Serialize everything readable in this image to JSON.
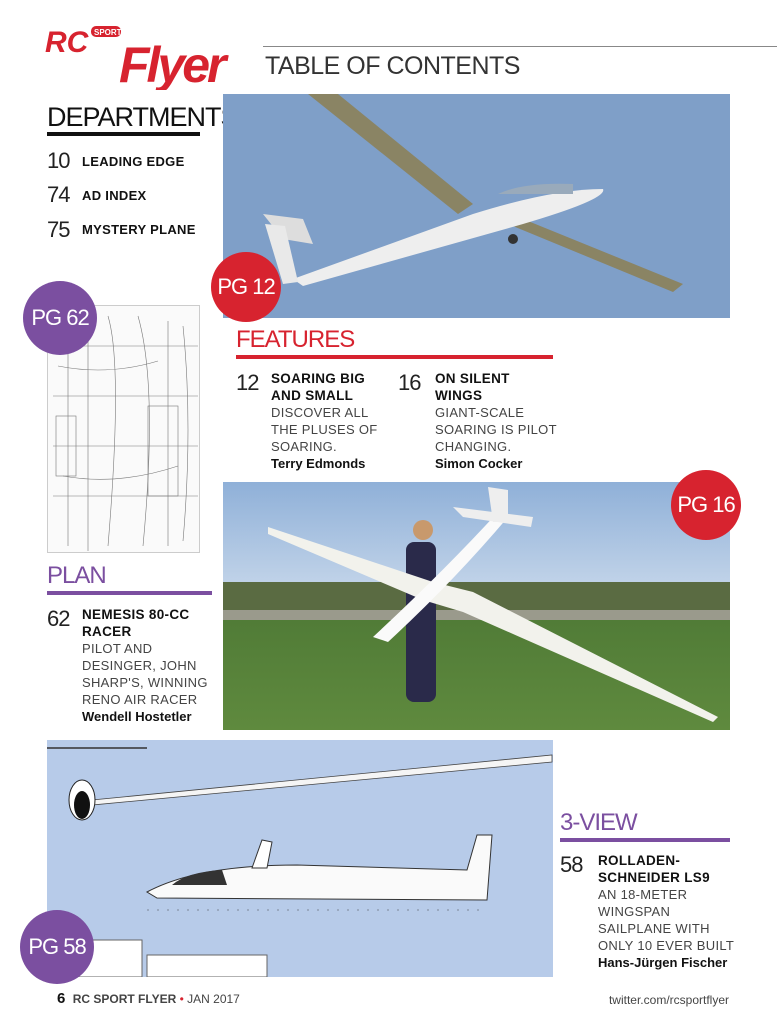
{
  "masthead": {
    "logo_text": "RC SPORT Flyer",
    "title": "TABLE OF CONTENTS"
  },
  "departments": {
    "heading": "DEPARTMENTS",
    "items": [
      {
        "page": "10",
        "label": "LEADING EDGE"
      },
      {
        "page": "74",
        "label": "AD INDEX"
      },
      {
        "page": "75",
        "label": "MYSTERY PLANE"
      }
    ]
  },
  "badges": {
    "pg12": "PG 12",
    "pg62": "PG 62",
    "pg16": "PG 16",
    "pg58": "PG 58"
  },
  "features": {
    "heading": "FEATURES",
    "items": [
      {
        "page": "12",
        "title": [
          "SOARING BIG",
          "AND SMALL"
        ],
        "desc": [
          "DISCOVER ALL",
          "THE PLUSES OF",
          "SOARING."
        ],
        "author": "Terry Edmonds"
      },
      {
        "page": "16",
        "title": [
          "ON SILENT",
          "WINGS"
        ],
        "desc": [
          "GIANT-SCALE",
          "SOARING IS PILOT",
          "CHANGING."
        ],
        "author": "Simon Cocker"
      }
    ]
  },
  "plan": {
    "heading": "PLAN",
    "item": {
      "page": "62",
      "title": [
        "NEMESIS 80-CC",
        "RACER"
      ],
      "desc": [
        "PILOT AND",
        "DESINGER, JOHN",
        "SHARP'S, WINNING",
        "RENO AIR RACER"
      ],
      "author": "Wendell Hostetler"
    }
  },
  "three_view": {
    "heading": "3-VIEW",
    "item": {
      "page": "58",
      "title": [
        "ROLLADEN-",
        "SCHNEIDER LS9"
      ],
      "desc": [
        "AN 18-METER",
        "WINGSPAN",
        "SAILPLANE WITH",
        "ONLY 10 EVER BUILT"
      ],
      "author": "Hans-Jürgen Fischer"
    }
  },
  "footer": {
    "page_number": "6",
    "publication": "RC SPORT FLYER",
    "date": "JAN 2017",
    "url": "twitter.com/rcsportflyer"
  },
  "colors": {
    "red": "#d7232f",
    "purple": "#7b4fa0",
    "sky": "#7f9fc8",
    "blueprint": "#b7cbe9"
  }
}
